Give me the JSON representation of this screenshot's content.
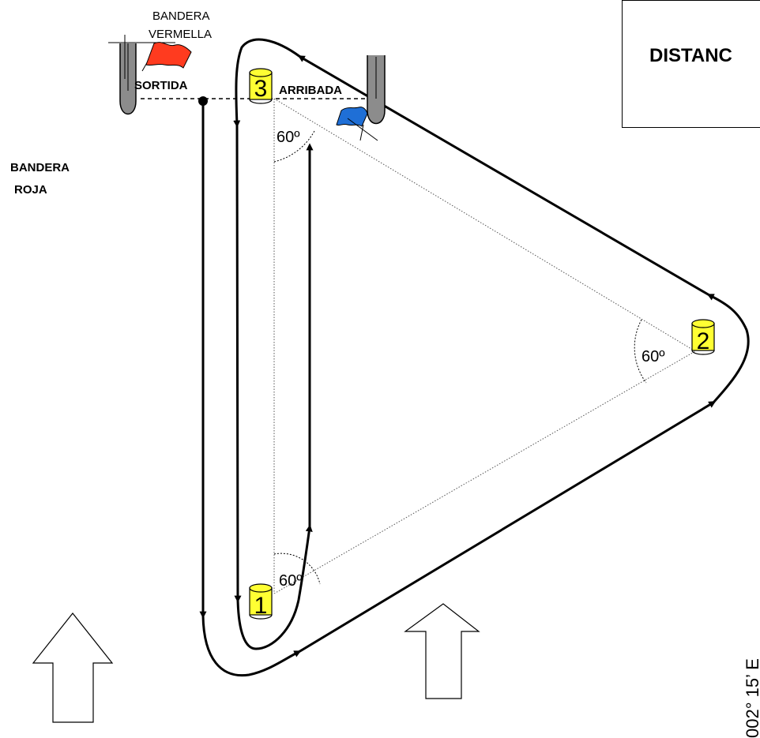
{
  "labels": {
    "flag_red_ca_1": "BANDERA",
    "flag_red_ca_2": "VERMELLA",
    "flag_red_es_1": "BANDERA",
    "flag_red_es_2": "ROJA",
    "start": "SORTIDA",
    "finish": "ARRIBADA"
  },
  "buoys": {
    "b1": "1",
    "b2": "2",
    "b3": "3"
  },
  "angles": {
    "a1": "60º",
    "a2": "60º",
    "a3": "60º"
  },
  "box_title": "DISTANC",
  "bearing": "002° 15’ E",
  "colors": {
    "buoy": "#ffff33",
    "red_flag": "#ff3b1f",
    "blue_flag": "#1f6fd6",
    "boat": "#8c8c8c"
  }
}
